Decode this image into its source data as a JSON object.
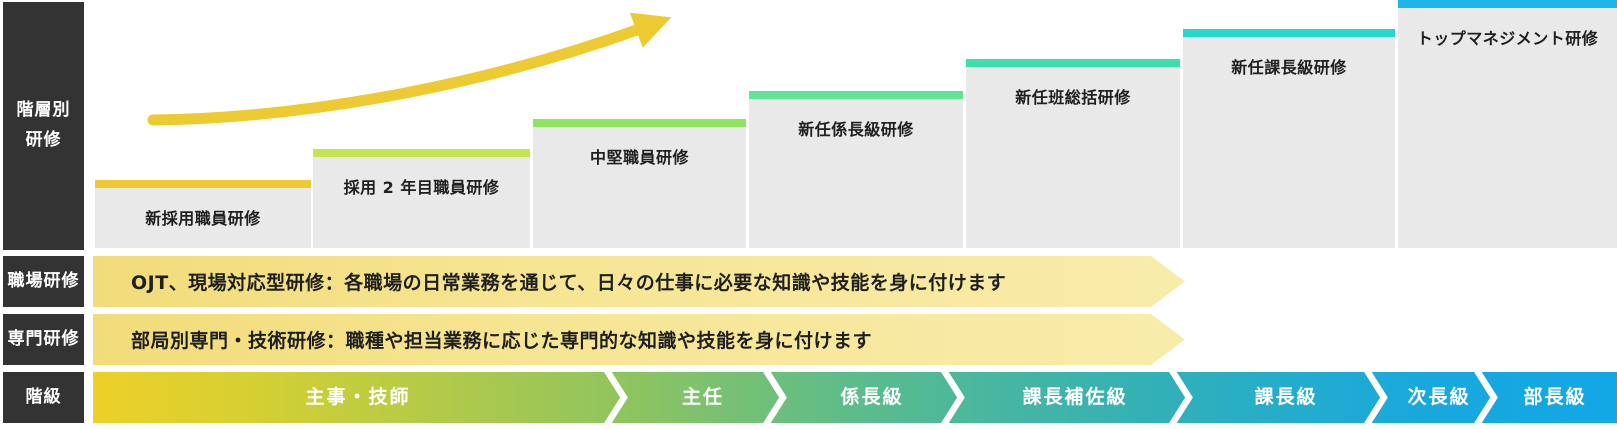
{
  "sidebar": {
    "rows": [
      {
        "label": "階層別\n研修"
      },
      {
        "label": "職場研修"
      },
      {
        "label": "専門研修"
      },
      {
        "label": "階級"
      }
    ],
    "bg_color": "#333333",
    "text_color": "#ffffff"
  },
  "training_steps": {
    "items": [
      {
        "label": "新採用職員研修",
        "accent": "#edc932"
      },
      {
        "label": "採用 2 年目職員研修",
        "accent": "#c6e450"
      },
      {
        "label": "中堅職員研修",
        "accent": "#8ce55c"
      },
      {
        "label": "新任係長級研修",
        "accent": "#63e29a"
      },
      {
        "label": "新任班総括研修",
        "accent": "#3eddae"
      },
      {
        "label": "新任課長級研修",
        "accent": "#26d7d0"
      },
      {
        "label": "トップマネジメント研修",
        "accent": "#1db4e7"
      }
    ],
    "box_bg": "#e9e9e9",
    "arrow_color": "#edc932"
  },
  "banners": {
    "items": [
      {
        "text": "OJT、現場対応型研修：各職場の日常業務を通じて、日々の仕事に必要な知識や技能を身に付けます"
      },
      {
        "text": "部局別専門・技術研修：職種や担当業務に応じた専門的な知識や技能を身に付けます"
      }
    ],
    "bg_colors": [
      "#f2dc7a",
      "#f8ecab"
    ]
  },
  "rank_bar": {
    "sections": [
      {
        "label": "主事・技師"
      },
      {
        "label": "主任"
      },
      {
        "label": "係長級"
      },
      {
        "label": "課長補佐級"
      },
      {
        "label": "課長級"
      },
      {
        "label": "次長級"
      },
      {
        "label": "部長級"
      }
    ],
    "gradient_colors": [
      "#edd028",
      "#8fc45f",
      "#3bb3ad",
      "#12a7e6"
    ]
  }
}
